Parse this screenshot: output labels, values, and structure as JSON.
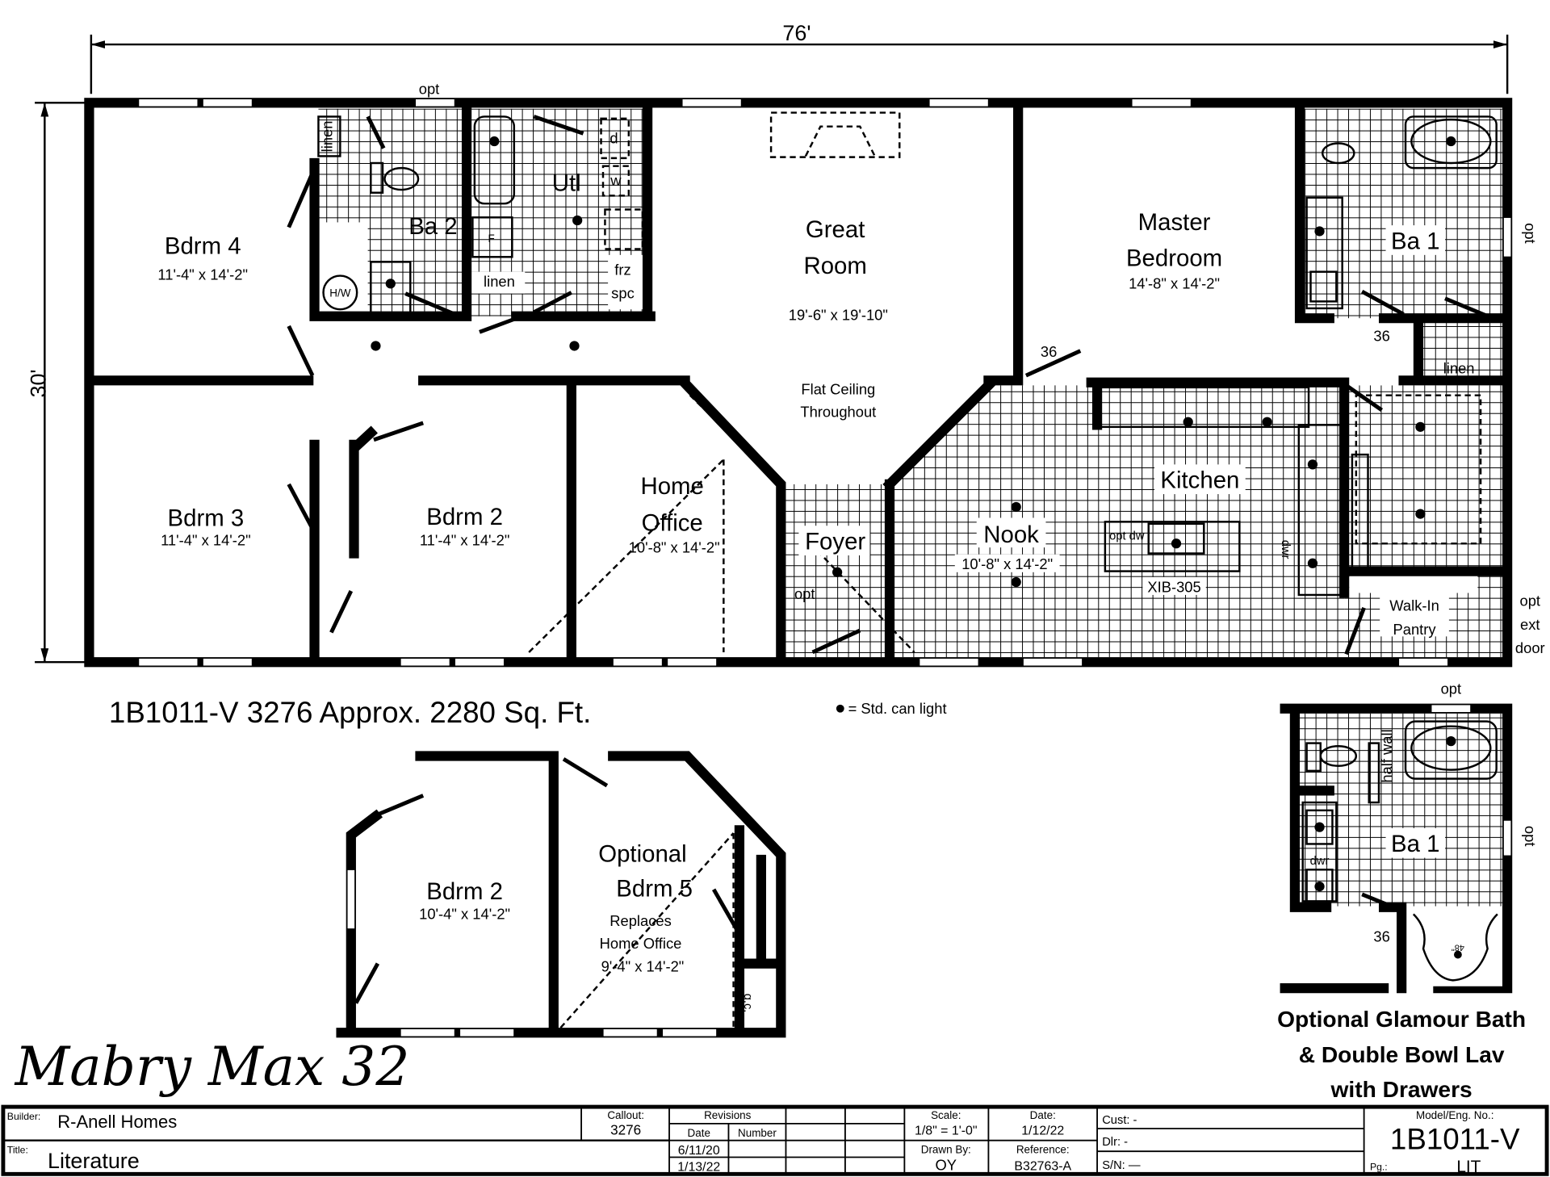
{
  "dimensions": {
    "width": "76'",
    "depth": "30'"
  },
  "rooms": {
    "bdrm4": {
      "name": "Bdrm 4",
      "size": "11'-4\" x 14'-2\""
    },
    "bdrm3": {
      "name": "Bdrm 3",
      "size": "11'-4\" x 14'-2\""
    },
    "bdrm2": {
      "name": "Bdrm 2",
      "size": "11'-4\" x 14'-2\""
    },
    "ba2": {
      "name": "Ba 2"
    },
    "utl": {
      "name": "Utl"
    },
    "home_office": {
      "line1": "Home",
      "line2": "Office",
      "size": "10'-8\" x 14'-2\""
    },
    "great_room": {
      "line1": "Great",
      "line2": "Room",
      "size": "19'-6\" x 19'-10\""
    },
    "master": {
      "line1": "Master",
      "line2": "Bedroom",
      "size": "14'-8\" x 14'-2\""
    },
    "ba1": {
      "name": "Ba 1"
    },
    "foyer": {
      "name": "Foyer"
    },
    "nook": {
      "name": "Nook",
      "size": "10'-8\" x 14'-2\""
    },
    "kitchen": {
      "name": "Kitchen"
    },
    "pantry": {
      "line1": "Walk-In",
      "line2": "Pantry"
    }
  },
  "notes": {
    "ceiling1": "Flat Ceiling",
    "ceiling2": "Throughout",
    "opt": "opt",
    "linen": "linen",
    "dryer": "d",
    "washer": "w",
    "frz": "frz",
    "spc": "spc",
    "furnace": "F",
    "water_heater": "H/W",
    "door36": "36",
    "opt_dw": "opt dw",
    "dwr": "dwr",
    "island": "XIB-305",
    "ext1": "opt",
    "ext2": "ext",
    "ext3": "door"
  },
  "headline": "1B1011-V 3276 Approx. 2280 Sq. Ft.",
  "legend": "= Std. can light",
  "plan_name": "Mabry Max 32",
  "alt_bedroom": {
    "bdrm2_name": "Bdrm 2",
    "bdrm2_size": "10'-4\" x 14'-2\"",
    "bdrm5_line1": "Optional",
    "bdrm5_line2": "Bdrm 5",
    "replaces1": "Replaces",
    "replaces2": "Home Office",
    "bdrm5_size": "9'-4\" x 14'-2\"",
    "gc": "g.c."
  },
  "glamour_bath": {
    "name": "Ba 1",
    "half_wall": "half wall",
    "opt": "opt",
    "dwr": "dwr",
    "door36": "36",
    "shower": "48\"",
    "caption1": "Optional Glamour Bath",
    "caption2": "& Double Bowl Lav",
    "caption3": "with Drawers"
  },
  "title_block": {
    "builder_label": "Builder:",
    "builder": "R-Anell Homes",
    "title_label": "Title:",
    "title": "Literature",
    "callout_label": "Callout:",
    "callout": "3276",
    "revisions_label": "Revisions",
    "rev_date_label": "Date",
    "rev_number_label": "Number",
    "rev_dates": [
      "6/11/20",
      "1/13/22"
    ],
    "scale_label": "Scale:",
    "scale": "1/8\" = 1'-0\"",
    "date_label": "Date:",
    "date": "1/12/22",
    "drawn_label": "Drawn By:",
    "drawn": "OY",
    "reference_label": "Reference:",
    "reference": "B32763-A",
    "cust": "Cust: -",
    "dlr": "Dlr:  -",
    "sn": "S/N:  —",
    "model_label": "Model/Eng. No.:",
    "model": "1B1011-V",
    "pg_label": "Pg.:",
    "pg": "LIT"
  }
}
